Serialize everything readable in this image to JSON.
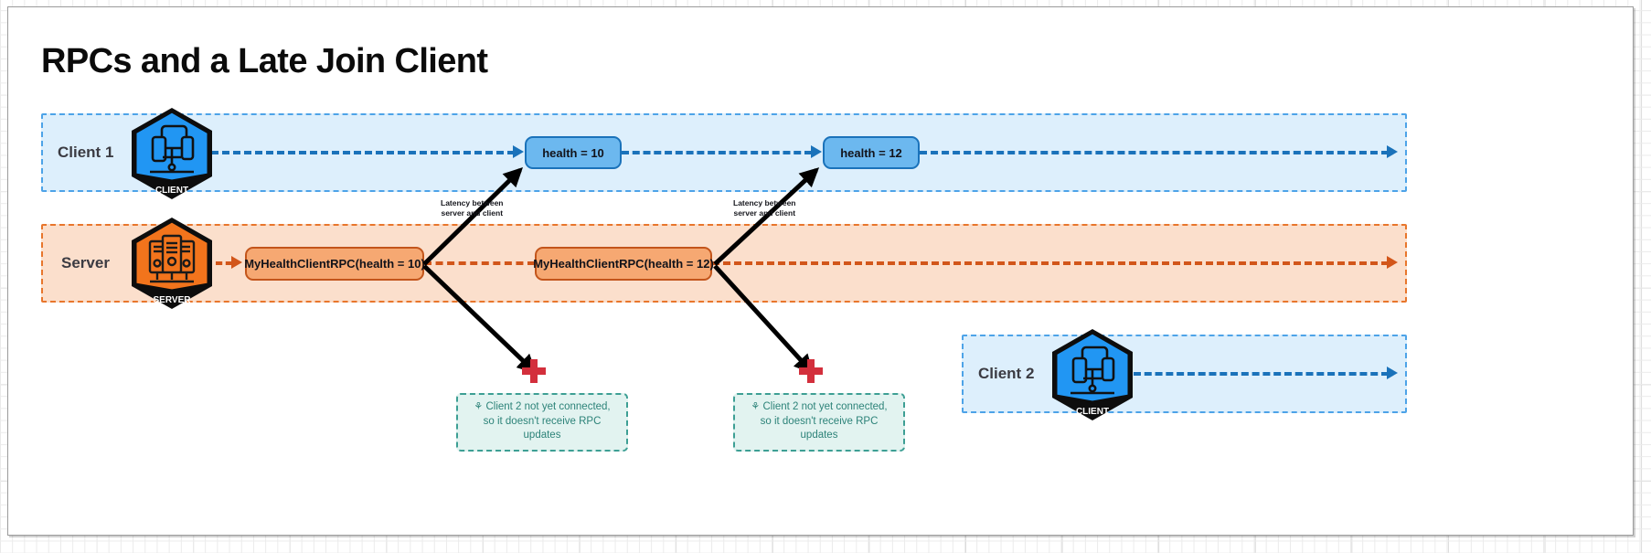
{
  "page": {
    "title": "RPCs and a Late Join Client"
  },
  "lanes": [
    {
      "id": "client1",
      "label": "Client 1",
      "kind": "client",
      "node_icon": "client-hexagon-icon",
      "node_caption": "CLIENT"
    },
    {
      "id": "server",
      "label": "Server",
      "kind": "server",
      "node_icon": "server-hexagon-icon",
      "node_caption": "SERVER"
    },
    {
      "id": "client2",
      "label": "Client 2",
      "kind": "client",
      "node_icon": "client-hexagon-icon",
      "node_caption": "CLIENT"
    }
  ],
  "messages": {
    "health_10": "health = 10",
    "health_12": "health = 12",
    "rpc_10": "MyHealthClientRPC(health = 10)",
    "rpc_12": "MyHealthClientRPC(health = 12)"
  },
  "annotations": {
    "latency_line1": "Latency between",
    "latency_line2": "server and client",
    "note_pin": "⚘",
    "note_line1": "Client 2 not yet connected, so it",
    "note_line2": "doesn't receive RPC updates"
  },
  "colors": {
    "client_lane_fill": "#ddeffc",
    "client_lane_border": "#4da3e8",
    "client_accent": "#1a72ba",
    "client_node": "#2196f3",
    "server_lane_fill": "#fbdfcc",
    "server_lane_border": "#e8762c",
    "server_accent": "#d2561a",
    "server_node": "#f2741c",
    "health_box_fill": "#6cb8ef",
    "rpc_box_fill": "#f6a872",
    "note_fill": "#e2f3f0",
    "note_text": "#2d8379",
    "cross_marker": "#d32f3c",
    "latency_arrow": "#000000",
    "title_text": "#0b0b0b"
  }
}
